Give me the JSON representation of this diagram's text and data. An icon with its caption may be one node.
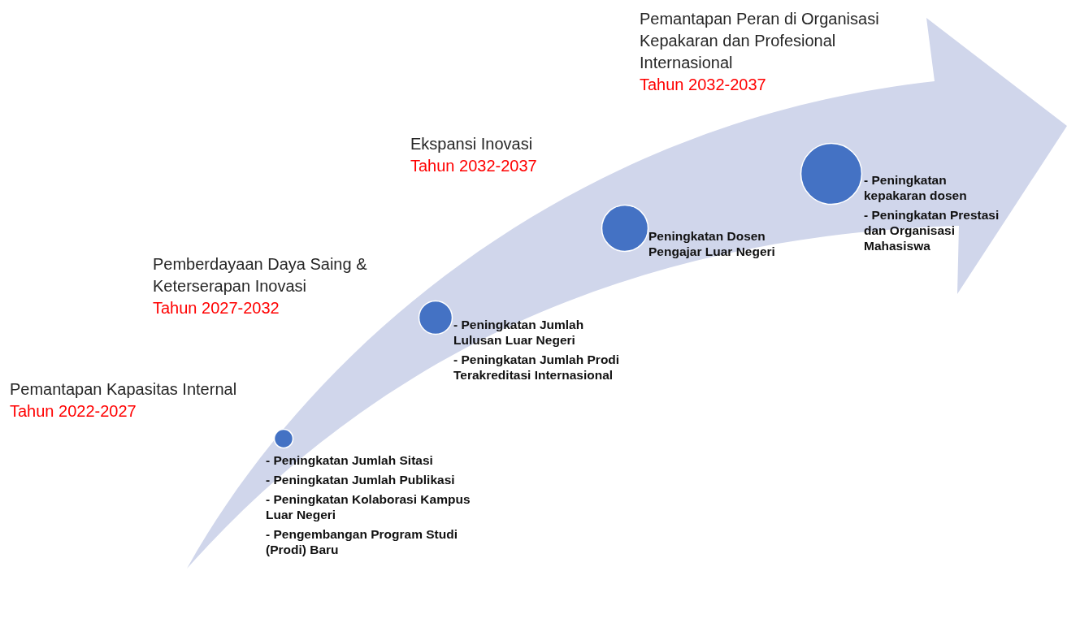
{
  "diagram": {
    "nodes": [
      {
        "text": [],
        "shape": "circle",
        "beside": [
          "- Peningkatan Jumlah Sitasi",
          "- Peningkatan Jumlah Publikasi",
          "- Peningkatan Kolaborasi Kampus Luar Negeri",
          "- Pengembangan Program Studi (Prodi) Baru"
        ]
      },
      {
        "text": [],
        "shape": "circle",
        "beside": [
          "- Peningkatan Jumlah Lulusan Luar Negeri",
          "- Peningkatan Jumlah Prodi Terakreditasi Internasional"
        ]
      },
      {
        "text": [],
        "shape": "circle",
        "beside": [
          "Peningkatan Dosen Pengajar Luar Negeri"
        ]
      },
      {
        "text": [],
        "shape": "circle",
        "beside": [
          "- Peningkatan kepakaran dosen",
          "- Peningkatan Prestasi dan Organisasi Mahasiswa"
        ]
      }
    ],
    "labels": [
      "Pemantapan Peran di Organisasi Kepakaran dan Profesional Internasional",
      "Tahun 2032-2037",
      "Ekspansi Inovasi",
      "Tahun 2032-2037",
      "Pemberdayaan Daya Saing & Keterserapan Inovasi",
      "Tahun 2027-2032",
      "Pemantapan Kapasitas Internal",
      "Tahun 2022-2027"
    ]
  }
}
